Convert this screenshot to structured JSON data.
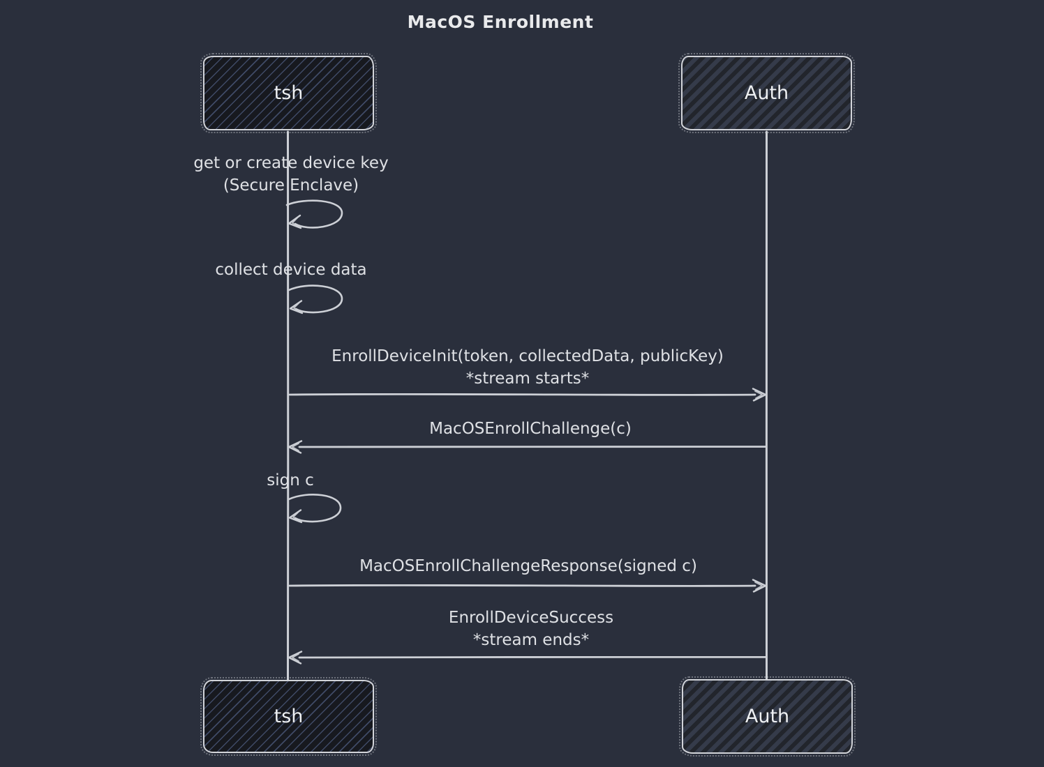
{
  "title": "MacOS Enrollment",
  "actors": {
    "left": {
      "label": "tsh"
    },
    "right": {
      "label": "Auth"
    }
  },
  "self_messages": [
    {
      "actor": "tsh",
      "line1": "get or create device key",
      "line2": "(Secure Enclave)"
    },
    {
      "actor": "tsh",
      "line1": "collect device data"
    },
    {
      "actor": "tsh",
      "line1": "sign c"
    }
  ],
  "messages": [
    {
      "from": "tsh",
      "to": "Auth",
      "direction": "right",
      "line1": "EnrollDeviceInit(token, collectedData, publicKey)",
      "line2": "*stream starts*"
    },
    {
      "from": "Auth",
      "to": "tsh",
      "direction": "left",
      "line1": "MacOSEnrollChallenge(c)"
    },
    {
      "from": "tsh",
      "to": "Auth",
      "direction": "right",
      "line1": "MacOSEnrollChallengeResponse(signed c)"
    },
    {
      "from": "Auth",
      "to": "tsh",
      "direction": "left",
      "line1": "EnrollDeviceSuccess",
      "line2": "*stream ends*"
    }
  ],
  "colors": {
    "background": "#2a2f3c",
    "stroke": "#cdd0d6",
    "text": "#e3e5e8",
    "box_border": "#d2d4d9",
    "tsh_fill": "#17191f",
    "tsh_hatch": "#3f4a66",
    "auth_fill": "#2c313e",
    "auth_hatch_light": "#353b4a",
    "auth_hatch_dark": "#22252c"
  }
}
